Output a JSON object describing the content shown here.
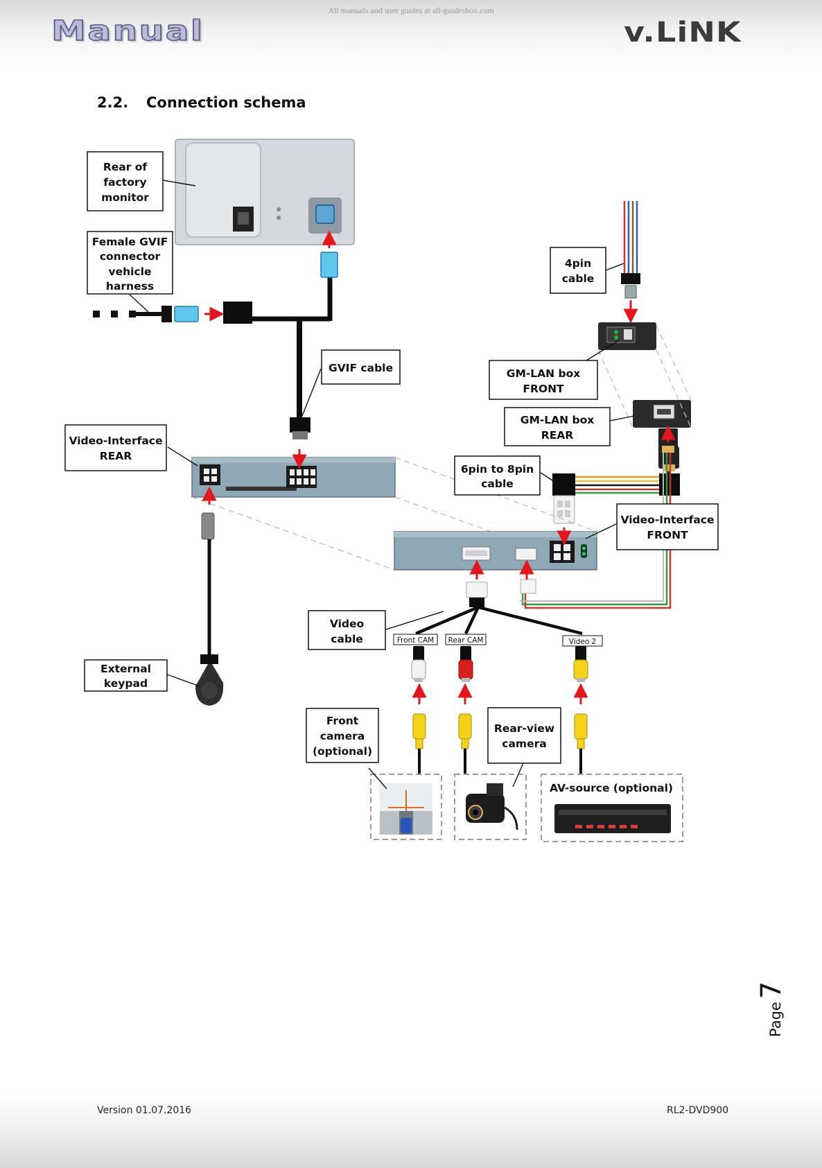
{
  "header": {
    "watermark": "All manuals and user guides at all-guidesbox.com",
    "logo_left": "Manual",
    "logo_right": "v.LiNK"
  },
  "section": {
    "number": "2.2.",
    "title": "Connection schema"
  },
  "diagram": {
    "labels": {
      "rear_monitor": [
        "Rear of",
        "factory",
        "monitor"
      ],
      "female_gvif": [
        "Female GVIF",
        "connector",
        "vehicle",
        "harness"
      ],
      "gvif_cable": [
        "GVIF cable"
      ],
      "four_pin": [
        "4pin",
        "cable"
      ],
      "gmlan_front": [
        "GM-LAN box",
        "FRONT"
      ],
      "gmlan_rear": [
        "GM-LAN box",
        "REAR"
      ],
      "video_interface_rear": [
        "Video-Interface",
        "REAR"
      ],
      "six_to_eight": [
        "6pin to 8pin",
        "cable"
      ],
      "video_interface_front": [
        "Video-Interface",
        "FRONT"
      ],
      "video_cable": [
        "Video",
        "cable"
      ],
      "external_keypad": [
        "External",
        "keypad"
      ],
      "front_camera": [
        "Front",
        "camera",
        "(optional)"
      ],
      "rear_view_camera": [
        "Rear-view",
        "camera"
      ],
      "av_source": [
        "AV-source (optional)"
      ]
    },
    "rca_tags": {
      "front_cam": "Front CAM",
      "rear_cam": "Rear CAM",
      "video2": "Video 2"
    },
    "colors": {
      "arrow": "#e3161b",
      "rca_white": "#f2f2f2",
      "rca_red": "#d81e1e",
      "rca_yellow": "#f4d21a",
      "device_grey": "#6f8793",
      "wire_red": "#c0392b",
      "wire_blue": "#2f5fb3",
      "wire_brown": "#8a5a2b",
      "wire_green": "#2e9b3a",
      "wire_orange": "#f39c12"
    }
  },
  "footer": {
    "version": "Version 01.07.2016",
    "model": "RL2-DVD900",
    "page_word": "Page",
    "page_number": "7"
  }
}
